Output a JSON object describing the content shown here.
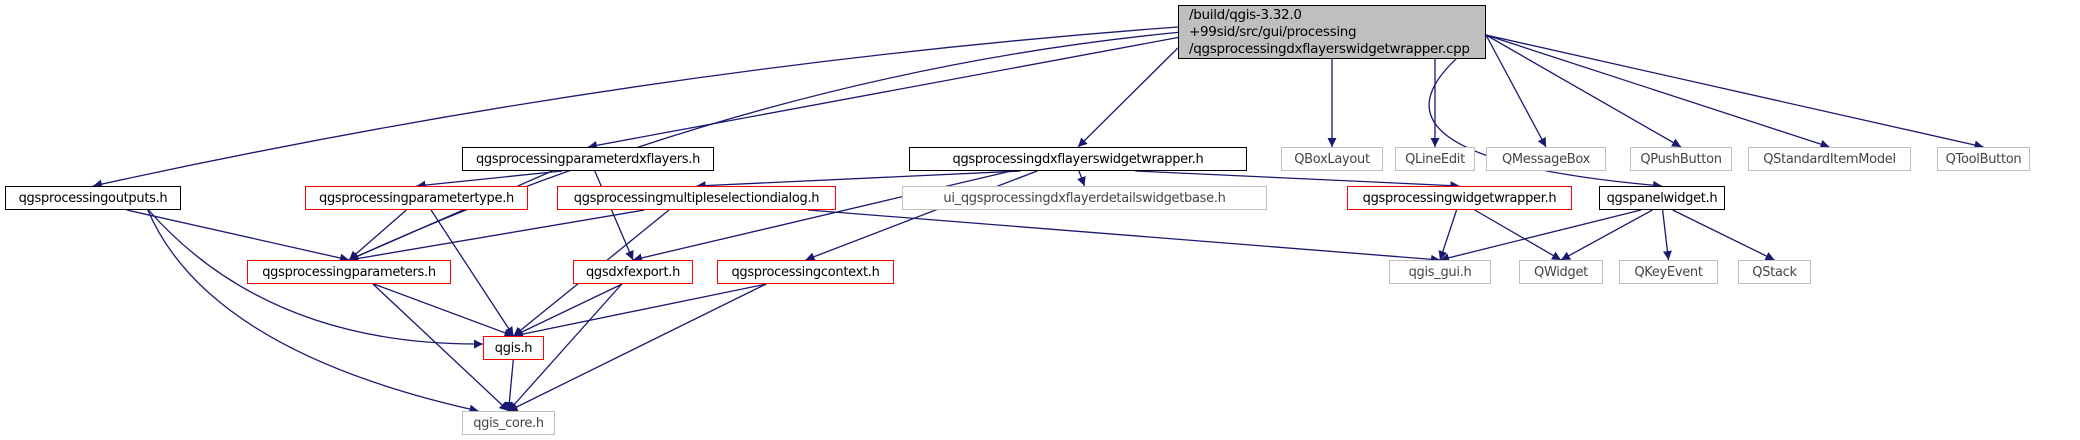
{
  "main_node": {
    "id": "main",
    "lines": [
      "/build/qgis-3.32.0",
      "+99sid/src/gui/processing",
      "/qgsprocessingdxflayerswidgetwrapper.cpp"
    ]
  },
  "nodes": [
    {
      "id": "paramdxf",
      "label": "qgsprocessingparameterdxflayers.h",
      "style": "black"
    },
    {
      "id": "dxfww",
      "label": "qgsprocessingdxflayerswidgetwrapper.h",
      "style": "black"
    },
    {
      "id": "qboxlayout",
      "label": "QBoxLayout",
      "style": "gray"
    },
    {
      "id": "qlineedit",
      "label": "QLineEdit",
      "style": "gray"
    },
    {
      "id": "qmessagebox",
      "label": "QMessageBox",
      "style": "gray"
    },
    {
      "id": "qpushbutton",
      "label": "QPushButton",
      "style": "gray"
    },
    {
      "id": "qstditem",
      "label": "QStandardItemModel",
      "style": "gray"
    },
    {
      "id": "qtoolbutton",
      "label": "QToolButton",
      "style": "gray"
    },
    {
      "id": "outputs",
      "label": "qgsprocessingoutputs.h",
      "style": "black"
    },
    {
      "id": "paramtype",
      "label": "qgsprocessingparametertype.h",
      "style": "red"
    },
    {
      "id": "multisel",
      "label": "qgsprocessingmultipleselectiondialog.h",
      "style": "red"
    },
    {
      "id": "uidxf",
      "label": "ui_qgsprocessingdxflayerdetailswidgetbase.h",
      "style": "gray"
    },
    {
      "id": "widgetwrapper",
      "label": "qgsprocessingwidgetwrapper.h",
      "style": "red"
    },
    {
      "id": "panelwidget",
      "label": "qgspanelwidget.h",
      "style": "black"
    },
    {
      "id": "parameters",
      "label": "qgsprocessingparameters.h",
      "style": "red"
    },
    {
      "id": "dxfexport",
      "label": "qgsdxfexport.h",
      "style": "red"
    },
    {
      "id": "context",
      "label": "qgsprocessingcontext.h",
      "style": "red"
    },
    {
      "id": "qgisgui",
      "label": "qgis_gui.h",
      "style": "gray"
    },
    {
      "id": "qwidget",
      "label": "QWidget",
      "style": "gray"
    },
    {
      "id": "qkeyevent",
      "label": "QKeyEvent",
      "style": "gray"
    },
    {
      "id": "qstack",
      "label": "QStack",
      "style": "gray"
    },
    {
      "id": "qgis",
      "label": "qgis.h",
      "style": "red"
    },
    {
      "id": "qgiscore",
      "label": "qgis_core.h",
      "style": "gray"
    }
  ],
  "edges": [
    [
      "main",
      "outputs"
    ],
    [
      "main",
      "parameters"
    ],
    [
      "main",
      "paramdxf"
    ],
    [
      "main",
      "dxfww"
    ],
    [
      "main",
      "qboxlayout"
    ],
    [
      "main",
      "qlineedit"
    ],
    [
      "main",
      "qmessagebox"
    ],
    [
      "main",
      "qpushbutton"
    ],
    [
      "main",
      "qstditem"
    ],
    [
      "main",
      "qtoolbutton"
    ],
    [
      "main",
      "panelwidget"
    ],
    [
      "paramdxf",
      "parameters"
    ],
    [
      "paramdxf",
      "paramtype"
    ],
    [
      "paramdxf",
      "dxfexport"
    ],
    [
      "dxfww",
      "multisel"
    ],
    [
      "dxfww",
      "uidxf"
    ],
    [
      "dxfww",
      "widgetwrapper"
    ],
    [
      "dxfww",
      "dxfexport"
    ],
    [
      "dxfww",
      "context"
    ],
    [
      "outputs",
      "parameters"
    ],
    [
      "outputs",
      "qgis"
    ],
    [
      "outputs",
      "qgiscore"
    ],
    [
      "paramtype",
      "parameters"
    ],
    [
      "paramtype",
      "qgis"
    ],
    [
      "multisel",
      "parameters"
    ],
    [
      "multisel",
      "qgis"
    ],
    [
      "multisel",
      "qgisgui"
    ],
    [
      "parameters",
      "qgis"
    ],
    [
      "parameters",
      "qgiscore"
    ],
    [
      "dxfexport",
      "qgis"
    ],
    [
      "dxfexport",
      "qgiscore"
    ],
    [
      "context",
      "qgis"
    ],
    [
      "context",
      "qgiscore"
    ],
    [
      "qgis",
      "qgiscore"
    ],
    [
      "widgetwrapper",
      "qgisgui"
    ],
    [
      "widgetwrapper",
      "qwidget"
    ],
    [
      "panelwidget",
      "qgisgui"
    ],
    [
      "panelwidget",
      "qwidget"
    ],
    [
      "panelwidget",
      "qkeyevent"
    ],
    [
      "panelwidget",
      "qstack"
    ]
  ],
  "colors": {
    "edge": "#191970",
    "main_fill": "#bfbfbf",
    "red_border": "#ff0000",
    "gray_border": "#bfbfbf"
  }
}
